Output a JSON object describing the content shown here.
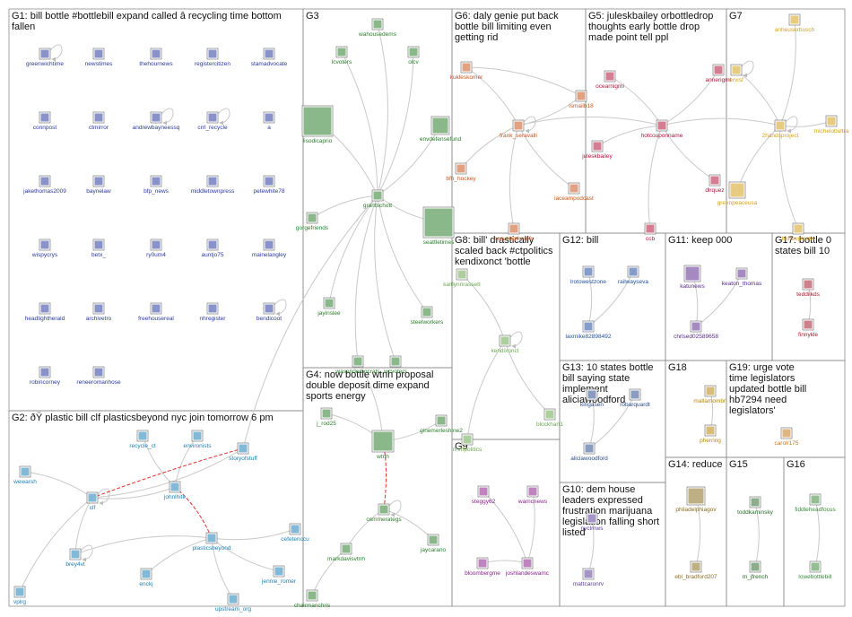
{
  "colors": {
    "G1": "#2a3a9c",
    "G2": "#1b7fb5",
    "G3": "#2a7d2a",
    "G4": "#2a7d2a",
    "G5": "#b3123b",
    "G6": "#c9551c",
    "G7": "#d4a017",
    "G8": "#6aa84f",
    "G9": "#8a1f8a",
    "G10": "#5a3d99",
    "G11": "#5a2a8c",
    "G12": "#1f4f9c",
    "G13": "#2a4a8a",
    "G14": "#8a6d1f",
    "G15": "#2a6b2a",
    "G16": "#3c8a3c",
    "G17": "#a3192b",
    "G18": "#b8860b",
    "G19": "#c47a1a",
    "edge": "#c9c9c9",
    "highlight_edge": "#e03030"
  },
  "groups": [
    {
      "id": "G1",
      "title": [
        "G1: bill bottle #bottlebill expand called â recycling time bottom",
        "fallen"
      ]
    },
    {
      "id": "G2",
      "title": [
        "G2: ðŸ plastic bill clf plasticsbeyond nyc join tomorrow 6 pm"
      ]
    },
    {
      "id": "G3",
      "title": [
        "G3"
      ]
    },
    {
      "id": "G4",
      "title": [
        "G4: now bottle wtnh proposal",
        "double deposit dime expand",
        "sports energy"
      ]
    },
    {
      "id": "G5",
      "title": [
        "G5: juleskbailey orbottledrop",
        "thoughts early bottle drop",
        "made point tell ppl"
      ]
    },
    {
      "id": "G6",
      "title": [
        "G6: daly genie put back",
        "bottle bill limiting even",
        "getting rid"
      ]
    },
    {
      "id": "G7",
      "title": [
        "G7"
      ]
    },
    {
      "id": "G8",
      "title": [
        "G8: bill' drastically",
        "scaled back #ctpolitics",
        "kendixonct 'bottle"
      ]
    },
    {
      "id": "G9",
      "title": [
        "G9"
      ]
    },
    {
      "id": "G10",
      "title": [
        "G10: dem house",
        "leaders expressed",
        "frustration marijuana",
        "legislation falling short",
        "listed"
      ]
    },
    {
      "id": "G11",
      "title": [
        "G11: keep 000"
      ]
    },
    {
      "id": "G12",
      "title": [
        "G12: bill"
      ]
    },
    {
      "id": "G13",
      "title": [
        "G13: 10 states bottle",
        "bill saying state",
        "implement",
        "aliciawoodford"
      ]
    },
    {
      "id": "G14",
      "title": [
        "G14: reduce"
      ]
    },
    {
      "id": "G15",
      "title": [
        "G15"
      ]
    },
    {
      "id": "G16",
      "title": [
        "G16"
      ]
    },
    {
      "id": "G17",
      "title": [
        "G17: bottle 0",
        "states bill 10"
      ]
    },
    {
      "id": "G18",
      "title": [
        "G18"
      ]
    },
    {
      "id": "G19",
      "title": [
        "G19: urge vote",
        "time legislators",
        "updated bottle bill",
        "hb7294 need",
        "legislators'"
      ]
    }
  ],
  "nodes": [
    {
      "label": "greenwichtime",
      "group": "G1"
    },
    {
      "label": "newstimes",
      "group": "G1"
    },
    {
      "label": "thehournews",
      "group": "G1"
    },
    {
      "label": "registercitizen",
      "group": "G1"
    },
    {
      "label": "stamadvocate",
      "group": "G1"
    },
    {
      "label": "connpost",
      "group": "G1"
    },
    {
      "label": "ctmirror",
      "group": "G1"
    },
    {
      "label": "andrewbayneessq",
      "group": "G1"
    },
    {
      "label": "crrl_recycle",
      "group": "G1"
    },
    {
      "label": "a",
      "group": "G1"
    },
    {
      "label": "jakethomas2009",
      "group": "G1"
    },
    {
      "label": "baynelaw",
      "group": "G1"
    },
    {
      "label": "bfp_news",
      "group": "G1"
    },
    {
      "label": "middletownpress",
      "group": "G1"
    },
    {
      "label": "petewhite78",
      "group": "G1"
    },
    {
      "label": "wispycrys",
      "group": "G1"
    },
    {
      "label": "betx_",
      "group": "G1"
    },
    {
      "label": "ry0um4",
      "group": "G1"
    },
    {
      "label": "auntjo75",
      "group": "G1"
    },
    {
      "label": "mainelangley",
      "group": "G1"
    },
    {
      "label": "headlightherald",
      "group": "G1"
    },
    {
      "label": "archivetro",
      "group": "G1"
    },
    {
      "label": "freehousereal",
      "group": "G1"
    },
    {
      "label": "nhregister",
      "group": "G1"
    },
    {
      "label": "bendicoot",
      "group": "G1"
    },
    {
      "label": "robincorney",
      "group": "G1"
    },
    {
      "label": "reneeromanhose",
      "group": "G1"
    },
    {
      "label": "recycle_ct",
      "group": "G2"
    },
    {
      "label": "environists",
      "group": "G2"
    },
    {
      "label": "storyofstuff",
      "group": "G2"
    },
    {
      "label": "wewarsh",
      "group": "G2"
    },
    {
      "label": "clf",
      "group": "G2"
    },
    {
      "label": "johnlhite",
      "group": "G2"
    },
    {
      "label": "brey4vt",
      "group": "G2"
    },
    {
      "label": "plasticsbeyond",
      "group": "G2"
    },
    {
      "label": "cefetericcu",
      "group": "G2"
    },
    {
      "label": "vplrg",
      "group": "G2"
    },
    {
      "label": "enckj",
      "group": "G2"
    },
    {
      "label": "upstream_org",
      "group": "G2"
    },
    {
      "label": "jennie_romer",
      "group": "G2"
    },
    {
      "label": "wahousedems",
      "group": "G3"
    },
    {
      "label": "lcvoters",
      "group": "G3"
    },
    {
      "label": "olcv",
      "group": "G3"
    },
    {
      "label": "lisodicaprio",
      "group": "G3"
    },
    {
      "label": "envdefensefund",
      "group": "G3"
    },
    {
      "label": "grantschott",
      "group": "G3"
    },
    {
      "label": "gorgefriends",
      "group": "G3"
    },
    {
      "label": "seattletimes",
      "group": "G3"
    },
    {
      "label": "jayinslee",
      "group": "G3"
    },
    {
      "label": "steelworkers",
      "group": "G3"
    },
    {
      "label": "wasendemocrats",
      "group": "G3"
    },
    {
      "label": "wcvoters",
      "group": "G3"
    },
    {
      "label": "j_rod25",
      "group": "G4"
    },
    {
      "label": "wtnh",
      "group": "G4"
    },
    {
      "label": "ginemerleshine2",
      "group": "G4"
    },
    {
      "label": "cemmerategs",
      "group": "G4"
    },
    {
      "label": "jaycarano",
      "group": "G4"
    },
    {
      "label": "markdavisvtnh",
      "group": "G4"
    },
    {
      "label": "chairmanchris",
      "group": "G4"
    },
    {
      "label": "ocearnigmi",
      "group": "G5"
    },
    {
      "label": "annerigmt",
      "group": "G5"
    },
    {
      "label": "hotcouponname",
      "group": "G5"
    },
    {
      "label": "juleskbailey",
      "group": "G5"
    },
    {
      "label": "dlrquez",
      "group": "G5"
    },
    {
      "label": "ccb",
      "group": "G5"
    },
    {
      "label": "kukleskomer",
      "group": "G6"
    },
    {
      "label": "ismailb18",
      "group": "G6"
    },
    {
      "label": "frank_seravalli",
      "group": "G6"
    },
    {
      "label": "bfh_hockey",
      "group": "G6"
    },
    {
      "label": "laceampodcast",
      "group": "G6"
    },
    {
      "label": "scoutingtherefs",
      "group": "G6"
    },
    {
      "label": "anheuserbusch",
      "group": "G7"
    },
    {
      "label": "ervisf",
      "group": "G7"
    },
    {
      "label": "2handsproject",
      "group": "G7"
    },
    {
      "label": "michelobultra",
      "group": "G7"
    },
    {
      "label": "greenpeaceusa",
      "group": "G7"
    },
    {
      "label": "bkfreeplastic",
      "group": "G7"
    },
    {
      "label": "kaitlynnrassett",
      "group": "G8"
    },
    {
      "label": "kendixonct",
      "group": "G8"
    },
    {
      "label": "blockhart1",
      "group": "G8"
    },
    {
      "label": "nhmpolitics",
      "group": "G8"
    },
    {
      "label": "steggy62",
      "group": "G9"
    },
    {
      "label": "wamcnews",
      "group": "G9"
    },
    {
      "label": "bloombergme",
      "group": "G9"
    },
    {
      "label": "joshlandeswamc",
      "group": "G9"
    },
    {
      "label": "nyclmws",
      "group": "G10"
    },
    {
      "label": "mattcaronrv",
      "group": "G10"
    },
    {
      "label": "katunews",
      "group": "G11"
    },
    {
      "label": "keaton_thomas",
      "group": "G11"
    },
    {
      "label": "chrlsed02589658",
      "group": "G11"
    },
    {
      "label": "lrotowestzone",
      "group": "G12"
    },
    {
      "label": "railwayseva",
      "group": "G12"
    },
    {
      "label": "laxmike82898492",
      "group": "G12"
    },
    {
      "label": "kingasen",
      "group": "G13"
    },
    {
      "label": "robarquardt",
      "group": "G13"
    },
    {
      "label": "aliciawoodford",
      "group": "G13"
    },
    {
      "label": "philadelphiagov",
      "group": "G14"
    },
    {
      "label": "ebl_bradford207",
      "group": "G14"
    },
    {
      "label": "toddkaminsky",
      "group": "G15"
    },
    {
      "label": "m_jfrench",
      "group": "G15"
    },
    {
      "label": "fiddleheadfocus",
      "group": "G16"
    },
    {
      "label": "lowebottlebill",
      "group": "G16"
    },
    {
      "label": "teddiikds",
      "group": "G17"
    },
    {
      "label": "finnykle",
      "group": "G17"
    },
    {
      "label": "mallamombri",
      "group": "G18"
    },
    {
      "label": "pherring",
      "group": "G18"
    },
    {
      "label": "carolr175",
      "group": "G19"
    }
  ]
}
